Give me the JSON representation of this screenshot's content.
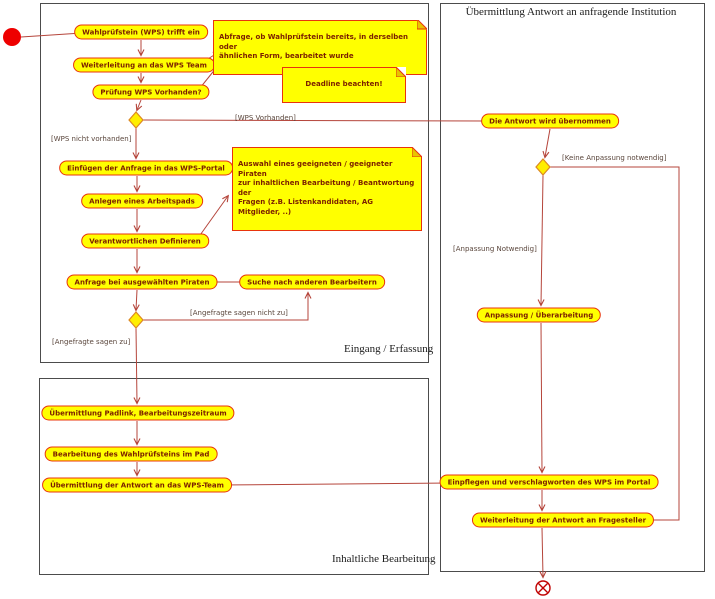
{
  "diagram": {
    "partitions": {
      "eingang": {
        "label": "Eingang / Erfassung"
      },
      "inhaltliche": {
        "label": "Inhaltliche Bearbeitung"
      },
      "uebermittlung": {
        "label": "Übermittlung Antwort an anfragende Institution"
      }
    },
    "activities": {
      "wps_trifft_ein": "Wahlprüfstein (WPS) trifft ein",
      "weiterleitung_team": "Weiterleitung an das WPS Team",
      "pruefung_vorhanden": "Prüfung WPS Vorhanden?",
      "einfuegen_portal": "Einfügen der Anfrage in das WPS-Portal",
      "anlegen_arbeitspad": "Anlegen eines Arbeitspads",
      "verantwortlichen_definieren": "Verantwortlichen Definieren",
      "anfrage_piraten": "Anfrage bei ausgewählten Piraten",
      "suche_bearbeiter": "Suche nach anderen Bearbeitern",
      "uebermittlung_padlink": "Übermittlung Padlink, Bearbeitungszeitraum",
      "bearbeitung_pad": "Bearbeitung des Wahlprüfsteins im Pad",
      "uebermittlung_antwort_team": "Übermittlung der Antwort an das WPS-Team",
      "antwort_uebernommen": "Die Antwort wird übernommen",
      "anpassung": "Anpassung / Überarbeitung",
      "einpflegen": "Einpflegen und verschlagworten des WPS im Portal",
      "weiterleitung_fragesteller": "Weiterleitung der Antwort an Fragesteller"
    },
    "notes": {
      "abfrage": "Abfrage, ob Wahlprüfstein bereits, in derselben oder\nähnlichen Form, bearbeitet wurde",
      "deadline": "Deadline beachten!",
      "auswahl": "Auswahl eines geeigneten / geeigneter Piraten\nzur inhaltlichen Bearbeitung / Beantwortung der\nFragen (z.B. Listenkandidaten, AG Mitglieder, ..)"
    },
    "guards": {
      "wps_vorhanden": "[WPS Vorhanden]",
      "wps_nicht_vorhanden": "[WPS nicht vorhanden]",
      "angefragte_nicht_zu": "[Angefragte sagen nicht zu]",
      "angefragte_zu": "[Angefragte sagen zu]",
      "keine_anpassung": "[Keine Anpassung notwendig]",
      "anpassung_notwendig": "[Anpassung Notwendig]"
    },
    "colors": {
      "activity_fill": "#ffff00",
      "activity_border": "#e8340c",
      "activity_text": "#7a1f00",
      "edge": "#b5453b",
      "diamond_border": "#dd8822",
      "start_node": "#ee0000",
      "end_node": "#c00000",
      "region_border": "#4c4c4c"
    }
  }
}
